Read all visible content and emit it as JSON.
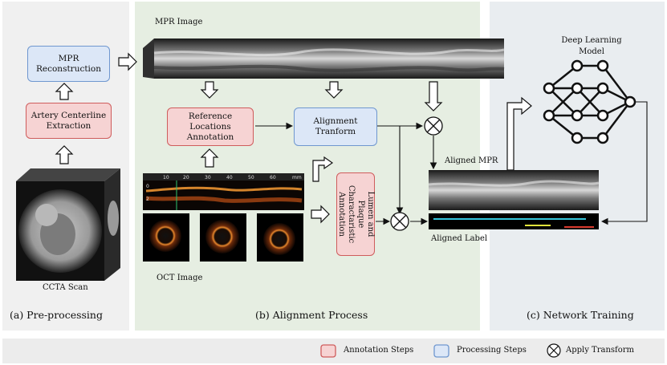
{
  "sections": {
    "preprocessing": "(a) Pre-processing",
    "alignment": "(b) Alignment Process",
    "training": "(c) Network Training"
  },
  "boxes": {
    "mpr_reconstruction": "MPR\nReconstruction",
    "artery_centerline": "Artery Centerline\nExtraction",
    "reference_locations": "Reference Locations\nAnnotation",
    "alignment_transform": "Alignment\nTranform",
    "lumen_plaque": "Lumen and Plaque\nCharactaristic\nAnnotation"
  },
  "labels": {
    "ccta_scan": "CCTA Scan",
    "mpr_image": "MPR Image",
    "oct_image": "OCT Image",
    "aligned_mpr": "Aligned MPR",
    "aligned_label": "Aligned Label",
    "deep_learning_model": "Deep Learning\nModel"
  },
  "oct_ruler": {
    "unit": "mm",
    "ticks": [
      "10",
      "20",
      "30",
      "40",
      "50",
      "60"
    ],
    "depth_ticks": [
      "0",
      "2"
    ]
  },
  "legend": {
    "annotation": "Annotation Steps",
    "processing": "Processing Steps",
    "apply": "Apply Transform"
  },
  "colors": {
    "annotation_fill": "#f6d3d3",
    "annotation_border": "#cf5c5c",
    "processing_fill": "#dce7f7",
    "processing_border": "#6f97cf",
    "panel_a": "#f0f0f0",
    "panel_b": "#e6eee2",
    "panel_c": "#e9edf0",
    "label_cyan": "#34c6dc",
    "label_yellow": "#e1e43c",
    "label_red": "#d93a2e"
  }
}
